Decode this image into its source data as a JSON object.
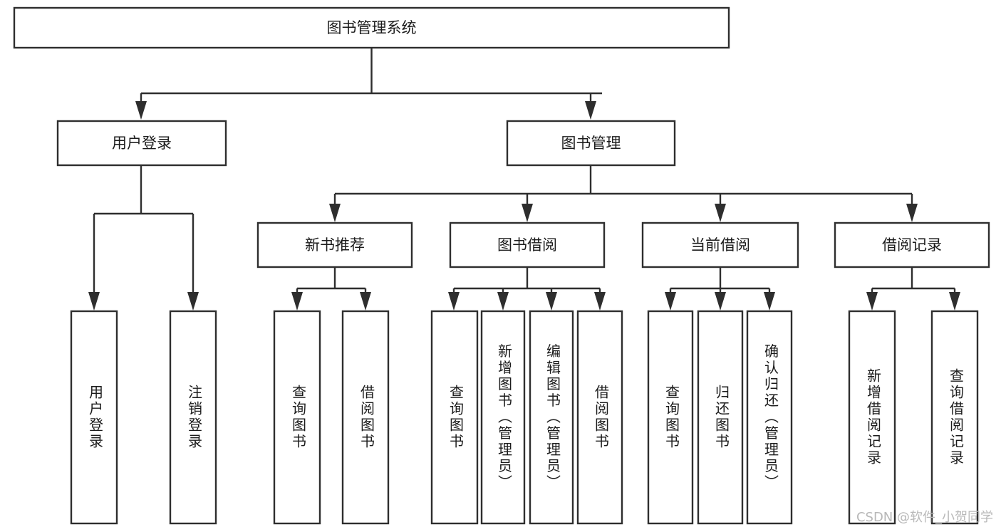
{
  "diagram": {
    "type": "tree-hierarchy-chart",
    "background_color": "#ffffff",
    "line_color": "#2e2e2e",
    "text_color": "#1b1b1b",
    "root": {
      "label": "图书管理系统"
    },
    "level2": [
      {
        "label": "用户登录"
      },
      {
        "label": "图书管理"
      }
    ],
    "level3": [
      {
        "label": "新书推荐"
      },
      {
        "label": "图书借阅"
      },
      {
        "label": "当前借阅"
      },
      {
        "label": "借阅记录"
      }
    ],
    "leaves": {
      "user_login": [
        {
          "label": "用户登录"
        },
        {
          "label": "注销登录"
        }
      ],
      "new_book_recommend": [
        {
          "label": "查询图书"
        },
        {
          "label": "借阅图书"
        }
      ],
      "book_borrow": [
        {
          "label": "查询图书"
        },
        {
          "label": "新增图书（管理员）"
        },
        {
          "label": "编辑图书（管理员）"
        },
        {
          "label": "借阅图书"
        }
      ],
      "current_borrow": [
        {
          "label": "查询图书"
        },
        {
          "label": "归还图书"
        },
        {
          "label": "确认归还（管理员）"
        }
      ],
      "borrow_record": [
        {
          "label": "新增借阅记录"
        },
        {
          "label": "查询借阅记录"
        }
      ]
    }
  },
  "watermark": {
    "text": "CSDN @软件_小贺同学"
  }
}
